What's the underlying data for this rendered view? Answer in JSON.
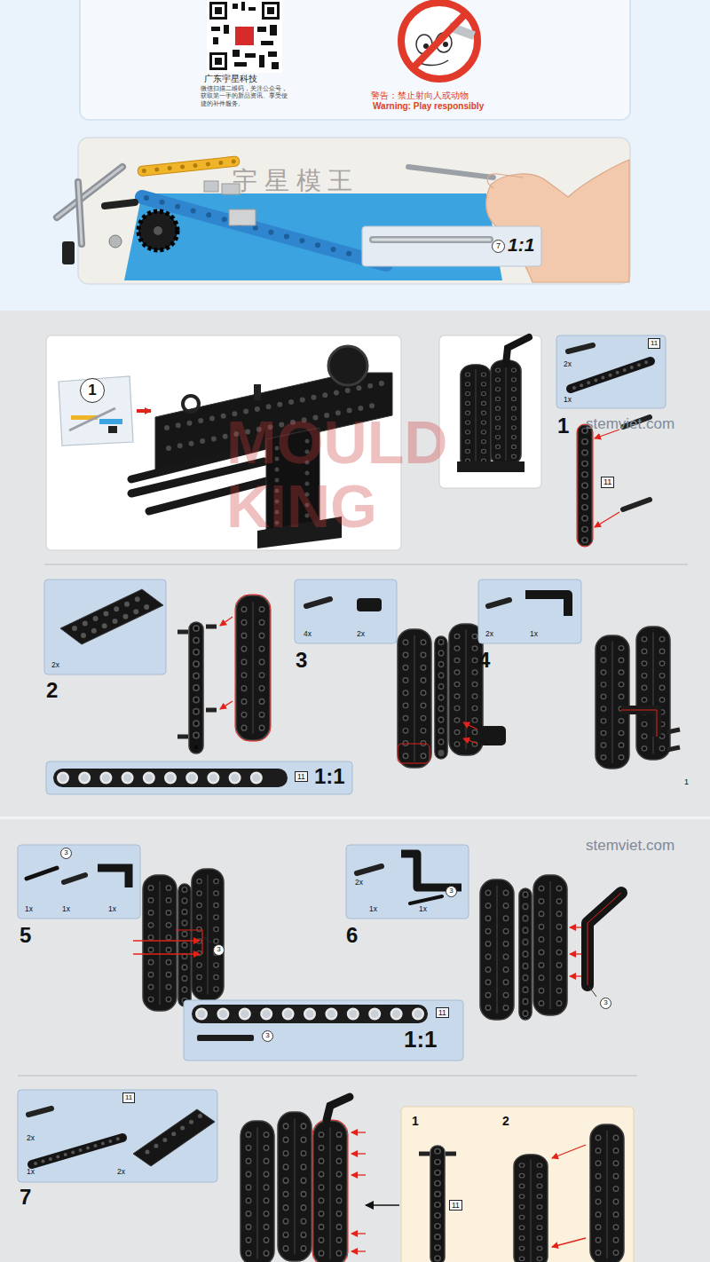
{
  "diagram": {
    "nodes": [
      {
        "text": [
          "广东宇星科技",
          "微信扫描二维码，关注公众号，获取第一手的新品资讯、享受便捷的补件服务。",
          "警告：禁止射向人或动物",
          "Warning: Play responsibly"
        ]
      },
      {
        "text": [
          "7",
          "1:1"
        ]
      },
      {
        "text": [
          "1"
        ]
      },
      {
        "text": [
          "11",
          "2x",
          "1x"
        ]
      },
      {
        "text": [
          "2x"
        ]
      },
      {
        "text": [
          "11",
          "1:1"
        ]
      },
      {
        "text": [
          "4x",
          "2x"
        ]
      },
      {
        "text": [
          "2x",
          "1x"
        ]
      },
      {
        "text": [
          "3",
          "1x",
          "1x",
          "1x"
        ]
      },
      {
        "text": [
          "2x",
          "3",
          "1x",
          "1x"
        ]
      },
      {
        "text": [
          "11",
          "3",
          "1:1"
        ]
      },
      {
        "text": [
          "11",
          "2x",
          "1x",
          "2x"
        ]
      },
      {
        "text": [
          "1",
          "2",
          "11"
        ]
      }
    ],
    "labels": [
      "宇 星 模 王",
      "1",
      "11",
      "stemviet.com",
      "MOULD KING",
      "2",
      "3",
      "4",
      "1",
      "stemviet.com",
      "5",
      "3",
      "6",
      "3",
      "7"
    ]
  }
}
